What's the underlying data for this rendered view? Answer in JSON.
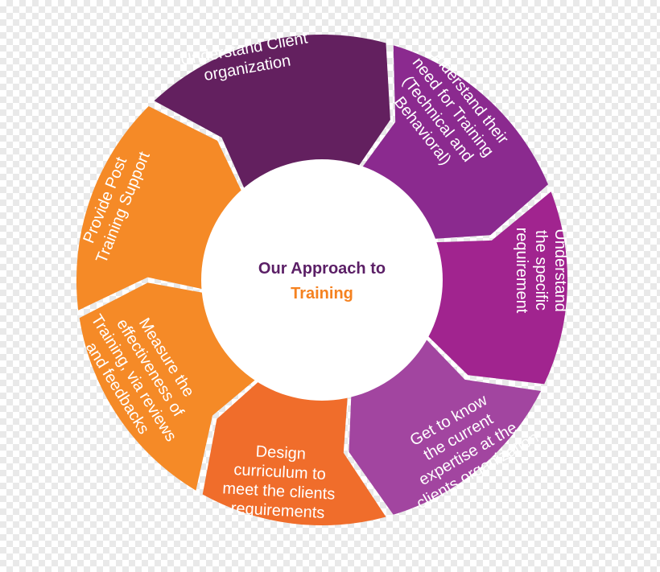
{
  "diagram": {
    "center": {
      "line1": "Our Approach to",
      "line2": "Training",
      "line1_color": "#5b1f66",
      "line2_color": "#f58220"
    },
    "steps": [
      {
        "id": "understand-client",
        "color": "#63205f",
        "lines": [
          "Understand Client",
          "organization"
        ]
      },
      {
        "id": "understand-need",
        "color": "#8b2a8f",
        "lines": [
          "Understand their",
          "need for Training",
          "(Technical and",
          "Behavioral)"
        ]
      },
      {
        "id": "understand-requirement",
        "color": "#a1248f",
        "lines": [
          "Understand",
          "the specific",
          "requirement"
        ]
      },
      {
        "id": "current-expertise",
        "color": "#a245a0",
        "lines": [
          "Get to know",
          "the current",
          "expertise at the",
          "clients organization"
        ]
      },
      {
        "id": "design-curriculum",
        "color": "#f06d2b",
        "lines": [
          "Design",
          "curriculum to",
          "meet the clients",
          "requirements"
        ]
      },
      {
        "id": "measure-effectiveness",
        "color": "#f58a27",
        "lines": [
          "Measure the",
          "effectiveness of",
          "Training, via reviews",
          "and feedbacks"
        ]
      },
      {
        "id": "post-training-support",
        "color": "#f58a27",
        "lines": [
          "Provide Post",
          "Training Support"
        ]
      }
    ]
  }
}
